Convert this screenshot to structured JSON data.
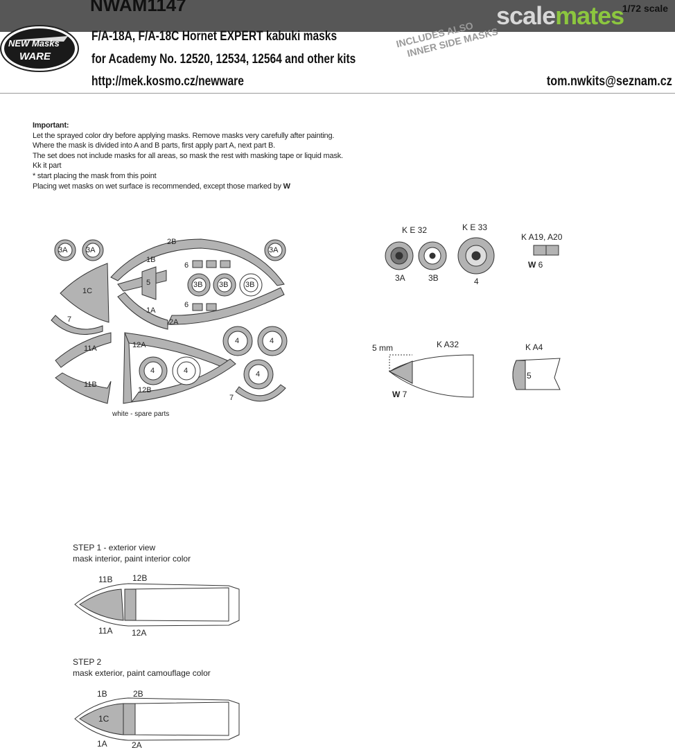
{
  "header": {
    "product_code": "NWAM1147",
    "scale": "1/72 scale",
    "watermark_part1": "scale",
    "watermark_part2": "mates",
    "logo_line1": "NEW Masks",
    "logo_line2": "WARE",
    "title": "F/A-18A, F/A-18C Hornet EXPERT kabuki masks",
    "kits": "for Academy No. 12520, 12534, 12564 and other kits",
    "url": "http://mek.kosmo.cz/newware",
    "email": "tom.nwkits@seznam.cz",
    "stamp_line1": "INCLUDES ALSO",
    "stamp_line2": "INNER SIDE MASKS"
  },
  "instructions": {
    "heading": "Important:",
    "lines": [
      "Let the sprayed color dry before applying masks. Remove masks very carefully after painting.",
      "Where the mask is divided into A and B parts, first apply part A, next part B.",
      "The set does not include masks for all areas, so mask the rest with masking tape or liquid mask.",
      "Kk it part",
      "* start placing the mask from this point",
      "Placing wet masks on wet surface is recommended, except those marked by"
    ],
    "wet_symbol": "W"
  },
  "sheet": {
    "parts": [
      "3A",
      "3A",
      "3A",
      "2B",
      "1B",
      "1C",
      "5",
      "1A",
      "6",
      "6",
      "3B",
      "3B",
      "3B",
      "2A",
      "7",
      "11A",
      "12A",
      "4",
      "4",
      "4",
      "4",
      "4",
      "11B",
      "12B",
      "7"
    ],
    "note": "white - spare parts"
  },
  "reference": {
    "ke32": "K E 32",
    "ke33": "K E 33",
    "ka19": "K A19, A20",
    "lbl_3a": "3A",
    "lbl_3b": "3B",
    "lbl_4": "4",
    "lbl_6": "6",
    "mm": "5 mm",
    "ka32": "K A32",
    "ka4": "K A4",
    "lbl_7": "7",
    "lbl_5": "5"
  },
  "steps": {
    "step1_title": "STEP 1 - exterior view",
    "step1_desc": "mask interior, paint interior color",
    "step1_labels": [
      "11B",
      "12B",
      "11A",
      "12A"
    ],
    "step2_title": "STEP 2",
    "step2_desc": "mask exterior, paint camouflage color",
    "step2_labels": [
      "1B",
      "2B",
      "1C",
      "1A",
      "2A"
    ]
  }
}
